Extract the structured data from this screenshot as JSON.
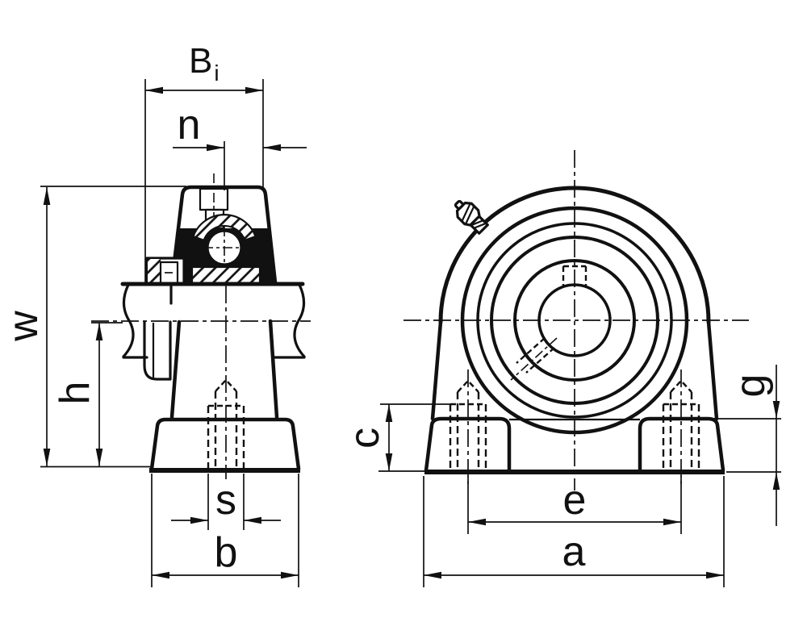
{
  "dimension_labels": {
    "bi_main": "B",
    "bi_sub": "i",
    "n": "n",
    "w": "w",
    "h": "h",
    "s": "s",
    "b": "b",
    "c": "c",
    "e": "e",
    "a": "a",
    "g": "g"
  },
  "colors": {
    "ink": "#111111",
    "paper": "#ffffff"
  }
}
